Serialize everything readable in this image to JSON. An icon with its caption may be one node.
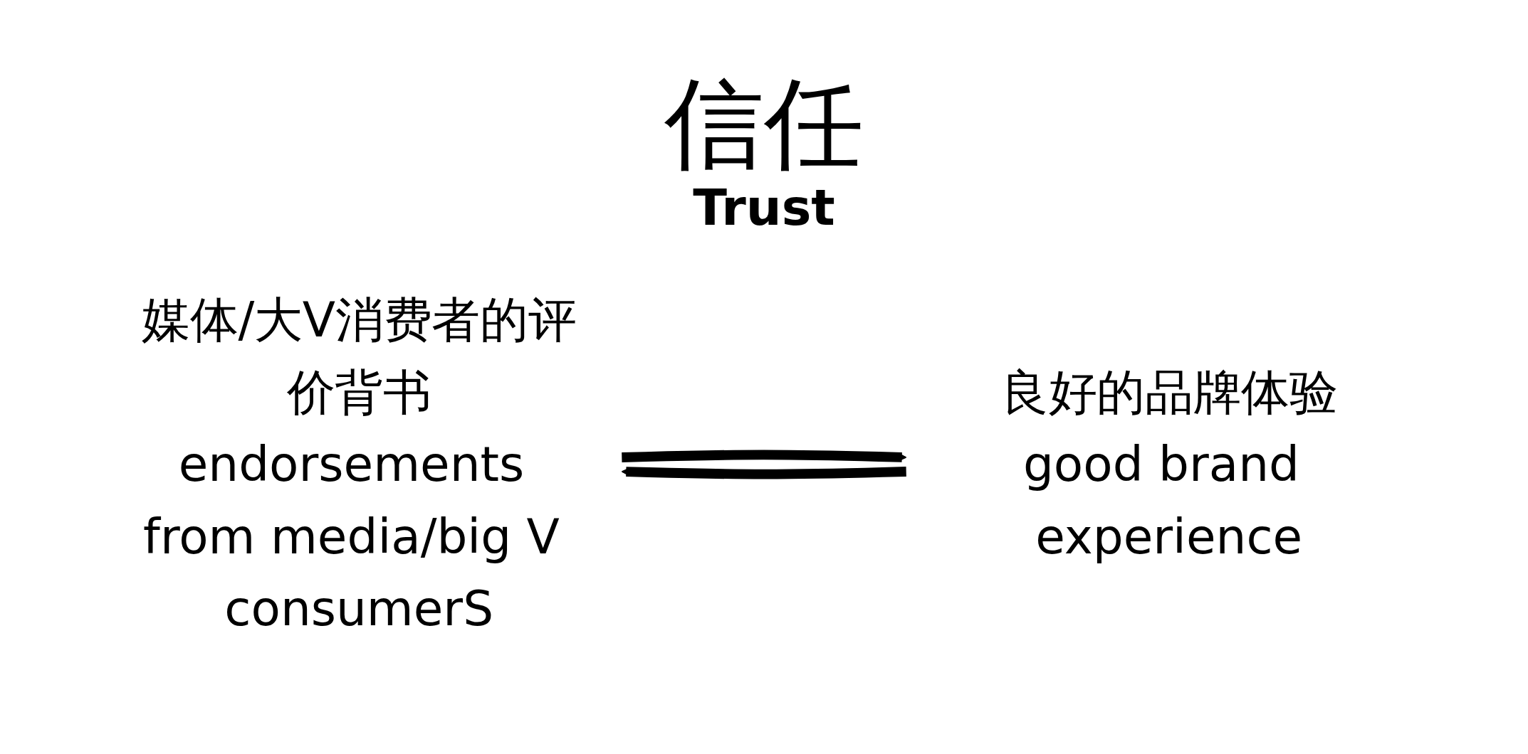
{
  "diagram": {
    "nodes": [
      {
        "text": [
          "媒体/大V消费者的评价背书",
          "endorsements from media/big V consumerS"
        ]
      },
      {
        "text": [
          "良好的品牌体验",
          "good brand experience"
        ]
      }
    ],
    "edges": [
      {
        "from": 0,
        "to": 1,
        "arrow": "to"
      },
      {
        "from": 1,
        "to": 0,
        "arrow": "to"
      }
    ],
    "labels": [
      "信任",
      "Trust"
    ]
  }
}
